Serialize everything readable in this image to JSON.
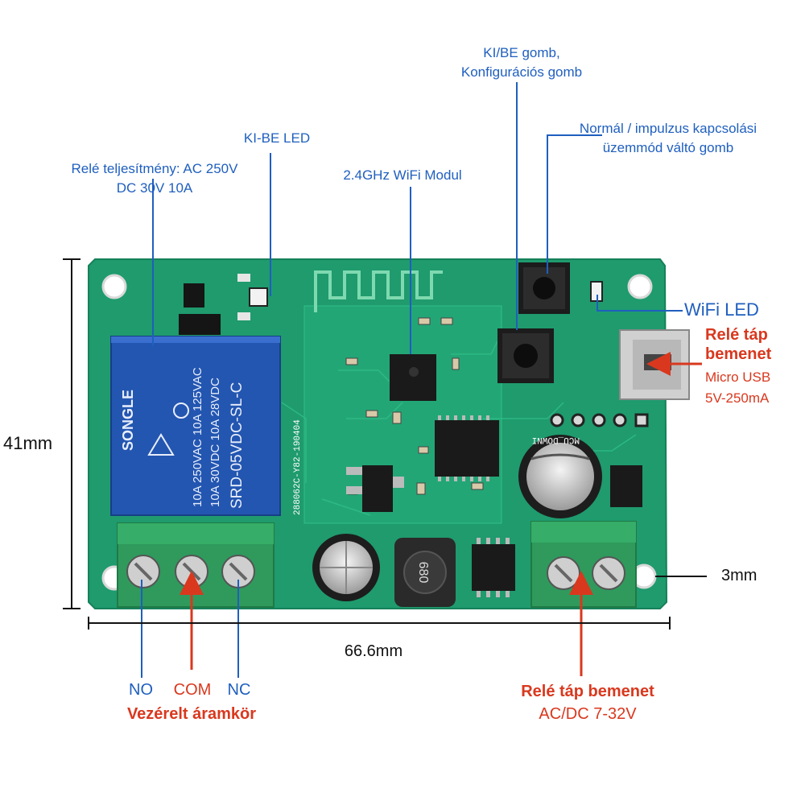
{
  "labels": {
    "relay_rating_1": "Relé teljesítmény: AC 250V",
    "relay_rating_2": "DC 30V 10A",
    "onoff_led": "KI-BE LED",
    "wifi_module": "2.4GHz WiFi Modul",
    "onoff_button_1": "KI/BE gomb,",
    "onoff_button_2": "Konfigurációs gomb",
    "mode_button_1": "Normál / impulzus kapcsolási",
    "mode_button_2": "üzemmód váltó gomb",
    "wifi_led": "WiFi LED",
    "usb_title_1": "Relé táp",
    "usb_title_2": "bemenet",
    "usb_sub_1": "Micro USB",
    "usb_sub_2": "5V-250mA",
    "height_dim": "41mm",
    "width_dim": "66.6mm",
    "hole_dim": "3mm",
    "no": "NO",
    "com": "COM",
    "nc": "NC",
    "controlled_circuit": "Vezérelt áramkör",
    "terminal_title": "Relé táp bemenet",
    "terminal_sub": "AC/DC 7-32V"
  },
  "board": {
    "relay_brand": "SONGLE",
    "relay_model": "SRD-05VDC-SL-C",
    "relay_spec_1": "10A 250VAC  10A 125VAC",
    "relay_spec_2": "10A  30VDC  10A  28VDC",
    "inductor_code": "680",
    "pcb_code": "288062C-Y82-190404",
    "header_label": "MCU_DOWNI"
  },
  "colors": {
    "pcb": "#1f9b6e",
    "relay": "#2356b0",
    "terminal": "#2f9a5c",
    "label_blue": "#1f5fbf",
    "label_red": "#d9381e"
  }
}
